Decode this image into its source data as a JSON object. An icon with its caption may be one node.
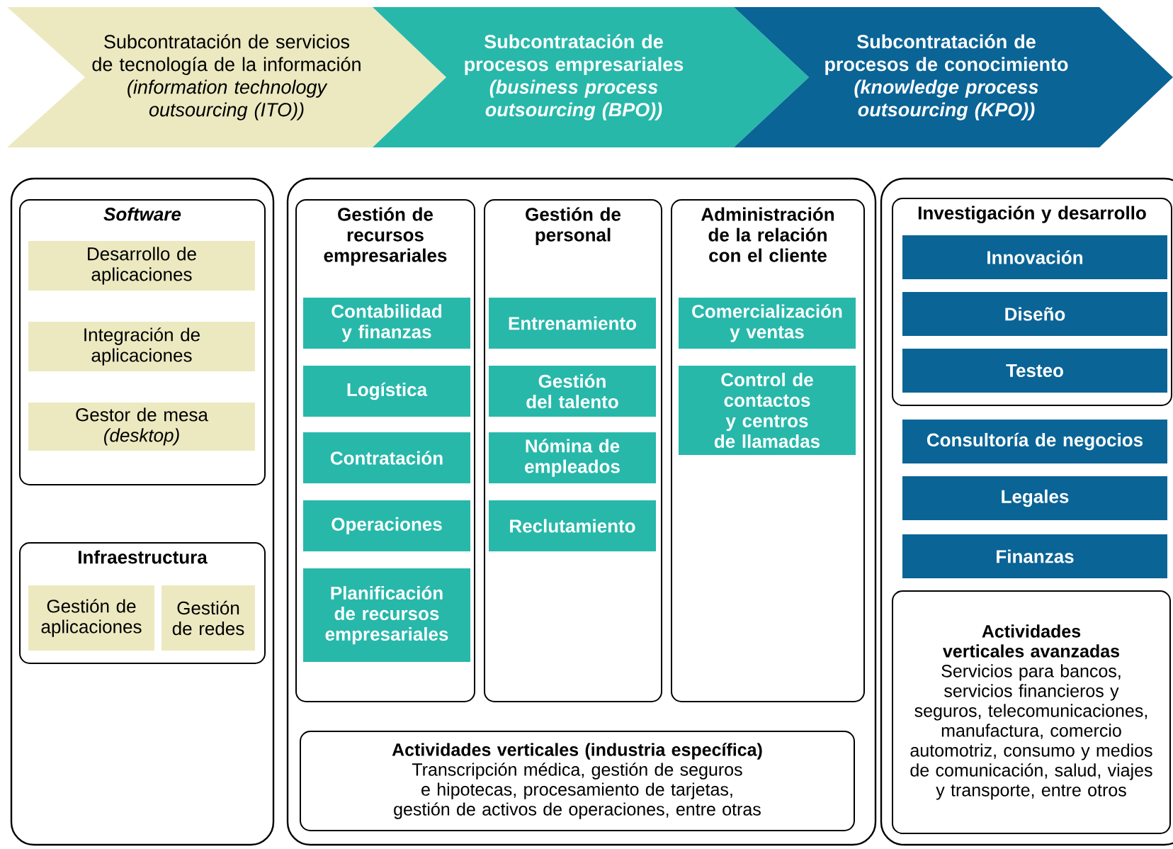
{
  "diagram": {
    "nodes": [
      {
        "text": [
          "Subcontratación de servicios de tecnología de la información",
          "(information technology outsourcing (ITO))"
        ]
      },
      {
        "text": [
          "Subcontratación de procesos empresariales",
          "(business process outsourcing (BPO))"
        ]
      },
      {
        "text": [
          "Subcontratación de procesos de conocimiento",
          "(knowledge process outsourcing (KPO))"
        ]
      },
      {
        "text": [],
        "shape": "box"
      },
      {
        "text": [
          "Software"
        ],
        "in": 3
      },
      {
        "text": [
          "Desarrollo de aplicaciones"
        ],
        "in": 4
      },
      {
        "text": [
          "Integración de aplicaciones"
        ],
        "in": 4
      },
      {
        "text": [
          "Gestor de mesa *(desktop)*"
        ],
        "in": 4
      },
      {
        "text": [
          "Infraestructura"
        ],
        "in": 3
      },
      {
        "text": [
          "Gestión de aplicaciones"
        ],
        "in": 8
      },
      {
        "text": [
          "Gestión de redes"
        ],
        "in": 8
      },
      {
        "text": [],
        "shape": "box"
      },
      {
        "text": [
          "Gestión de recursos empresariales"
        ],
        "in": 11
      },
      {
        "text": [
          "Contabilidad y finanzas"
        ],
        "in": 12
      },
      {
        "text": [
          "Logística"
        ],
        "in": 12
      },
      {
        "text": [
          "Contratación"
        ],
        "in": 12
      },
      {
        "text": [
          "Operaciones"
        ],
        "in": 12
      },
      {
        "text": [
          "Planificación de recursos empresariales"
        ],
        "in": 12
      },
      {
        "text": [
          "Gestión de personal"
        ],
        "in": 11
      },
      {
        "text": [
          "Entrenamiento"
        ],
        "in": 18
      },
      {
        "text": [
          "Gestión del talento"
        ],
        "in": 18
      },
      {
        "text": [
          "Nómina de empleados"
        ],
        "in": 18
      },
      {
        "text": [
          "Reclutamiento"
        ],
        "in": 18
      },
      {
        "text": [
          "Administración de la relación con el cliente"
        ],
        "in": 11
      },
      {
        "text": [
          "Comercialización y ventas"
        ],
        "in": 23
      },
      {
        "text": [
          "Control de contactos y centros de llamadas"
        ],
        "in": 23
      },
      {
        "text": [
          "Actividades verticales (industria específica)",
          "Transcripción médica, gestión de seguros e hipotecas, procesamiento de tarjetas, gestión de activos de operaciones, entre otras"
        ],
        "in": 11
      },
      {
        "text": [],
        "shape": "box"
      },
      {
        "text": [
          "Investigación y desarrollo"
        ],
        "in": 27
      },
      {
        "text": [
          "Innovación"
        ],
        "in": 28
      },
      {
        "text": [
          "Diseño"
        ],
        "in": 28
      },
      {
        "text": [
          "Testeo"
        ],
        "in": 28
      },
      {
        "text": [
          "Consultoría de negocios"
        ],
        "in": 27
      },
      {
        "text": [
          "Legales"
        ],
        "in": 27
      },
      {
        "text": [
          "Finanzas"
        ],
        "in": 27
      },
      {
        "text": [
          "Actividades verticales avanzadas",
          "Servicios para bancos, servicios financieros y seguros, telecomunicaciones, manufactura, comercio automotriz, consumo y medios de comunicación, salud, viajes y transporte, entre otros"
        ],
        "in": 27
      }
    ]
  }
}
